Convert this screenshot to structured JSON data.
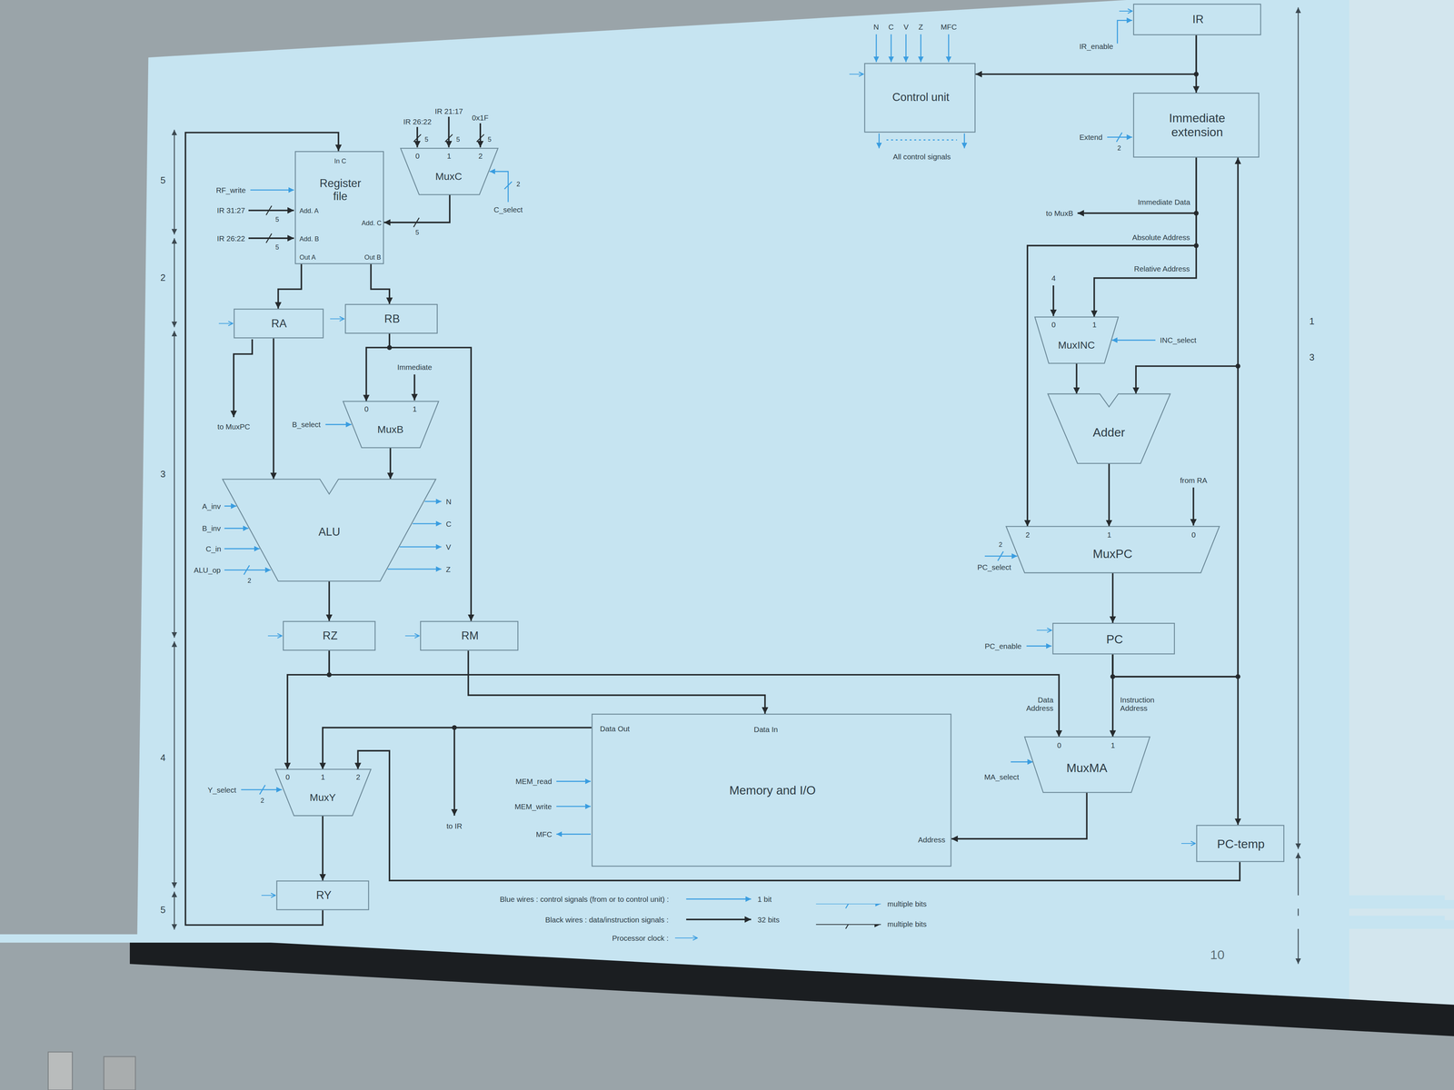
{
  "diagram": {
    "nodes": [
      {
        "text": [
          "Register file",
          "In C",
          "Add. A",
          "Add. B",
          "Add. C",
          "Out A",
          "Out B"
        ]
      },
      {
        "text": [
          "MuxC",
          "0",
          "1",
          "2"
        ]
      },
      {
        "text": [
          "RA"
        ]
      },
      {
        "text": [
          "RB"
        ]
      },
      {
        "text": [
          "MuxB",
          "0",
          "1"
        ]
      },
      {
        "text": [
          "ALU"
        ]
      },
      {
        "text": [
          "RZ"
        ]
      },
      {
        "text": [
          "RM"
        ]
      },
      {
        "text": [
          "MuxY",
          "0",
          "1",
          "2"
        ]
      },
      {
        "text": [
          "RY"
        ]
      },
      {
        "text": [
          "Memory and I/O",
          "Data Out",
          "Data In",
          "Address"
        ]
      },
      {
        "text": [
          "Control unit"
        ]
      },
      {
        "text": [
          "IR"
        ]
      },
      {
        "text": [
          "Immediate extension"
        ]
      },
      {
        "text": [
          "MuxINC",
          "0",
          "1"
        ]
      },
      {
        "text": [
          "Adder"
        ]
      },
      {
        "text": [
          "MuxPC",
          "2",
          "1",
          "0"
        ]
      },
      {
        "text": [
          "PC"
        ]
      },
      {
        "text": [
          "MuxMA",
          "0",
          "1"
        ]
      },
      {
        "text": [
          "PC-temp"
        ]
      }
    ],
    "edges": [
      {
        "from": 0,
        "to": 2,
        "arrow": "to"
      },
      {
        "from": 0,
        "to": 3,
        "arrow": "to"
      },
      {
        "from": 1,
        "to": 0,
        "arrow": "to"
      },
      {
        "from": 2,
        "to": 5,
        "arrow": "to"
      },
      {
        "from": 3,
        "to": 4,
        "arrow": "to"
      },
      {
        "from": 3,
        "to": 7,
        "arrow": "to"
      },
      {
        "from": 4,
        "to": 5,
        "arrow": "to"
      },
      {
        "from": 5,
        "to": 6,
        "arrow": "to"
      },
      {
        "from": 6,
        "to": 8,
        "arrow": "to"
      },
      {
        "from": 6,
        "to": 18,
        "label": "Data Address",
        "arrow": "to"
      },
      {
        "from": 7,
        "to": 10,
        "arrow": "to"
      },
      {
        "from": 10,
        "to": 8,
        "arrow": "to"
      },
      {
        "from": 19,
        "to": 8,
        "arrow": "to"
      },
      {
        "from": 8,
        "to": 9,
        "arrow": "to"
      },
      {
        "from": 9,
        "to": 0,
        "arrow": "to"
      },
      {
        "from": 12,
        "to": 11,
        "arrow": "to"
      },
      {
        "from": 12,
        "to": 13,
        "arrow": "to"
      },
      {
        "from": 13,
        "to": 14,
        "label": "Relative Address",
        "arrow": "to"
      },
      {
        "from": 13,
        "to": 16,
        "label": "Absolute Address",
        "arrow": "to"
      },
      {
        "from": 14,
        "to": 15,
        "arrow": "to"
      },
      {
        "from": 15,
        "to": 16,
        "arrow": "to"
      },
      {
        "from": 16,
        "to": 17,
        "arrow": "to"
      },
      {
        "from": 17,
        "to": 18,
        "label": "Instruction Address",
        "arrow": "to"
      },
      {
        "from": 17,
        "to": 15,
        "arrow": "to"
      },
      {
        "from": 17,
        "to": 13,
        "arrow": "to"
      },
      {
        "from": 17,
        "to": 19,
        "arrow": "to"
      },
      {
        "from": 18,
        "to": 10,
        "arrow": "to"
      }
    ],
    "labels": [
      "5",
      "2",
      "3",
      "4",
      "5",
      "1",
      "3",
      "4",
      "RF_write",
      "IR 31:27",
      "5",
      "IR 26:22",
      "5",
      "IR 26:22",
      "5",
      "IR 21:17",
      "5",
      "0x1F",
      "5",
      "2",
      "C_select",
      "5",
      "to MuxPC",
      "B_select",
      "Immediate",
      "A_inv",
      "B_inv",
      "C_in",
      "ALU_op",
      "2",
      "N",
      "C",
      "V",
      "Z",
      "Y_select",
      "2",
      "to IR",
      "MEM_read",
      "MEM_write",
      "MFC",
      "N",
      "C",
      "V",
      "Z",
      "MFC",
      "IR_enable",
      "All control signals",
      "Extend",
      "2",
      "to MuxB",
      "Immediate Data",
      "4",
      "INC_select",
      "from RA",
      "PC_select",
      "2",
      "PC_enable",
      "MA_select",
      "Blue wires : control signals (from or to control unit) :",
      "Black wires : data/instruction signals :",
      "10"
    ],
    "legend": [
      {
        "text": "1 bit"
      },
      {
        "text": "multiple bits"
      },
      {
        "text": "32 bits"
      },
      {
        "text": "multiple bits"
      },
      {
        "text": "Processor clock :"
      }
    ]
  }
}
